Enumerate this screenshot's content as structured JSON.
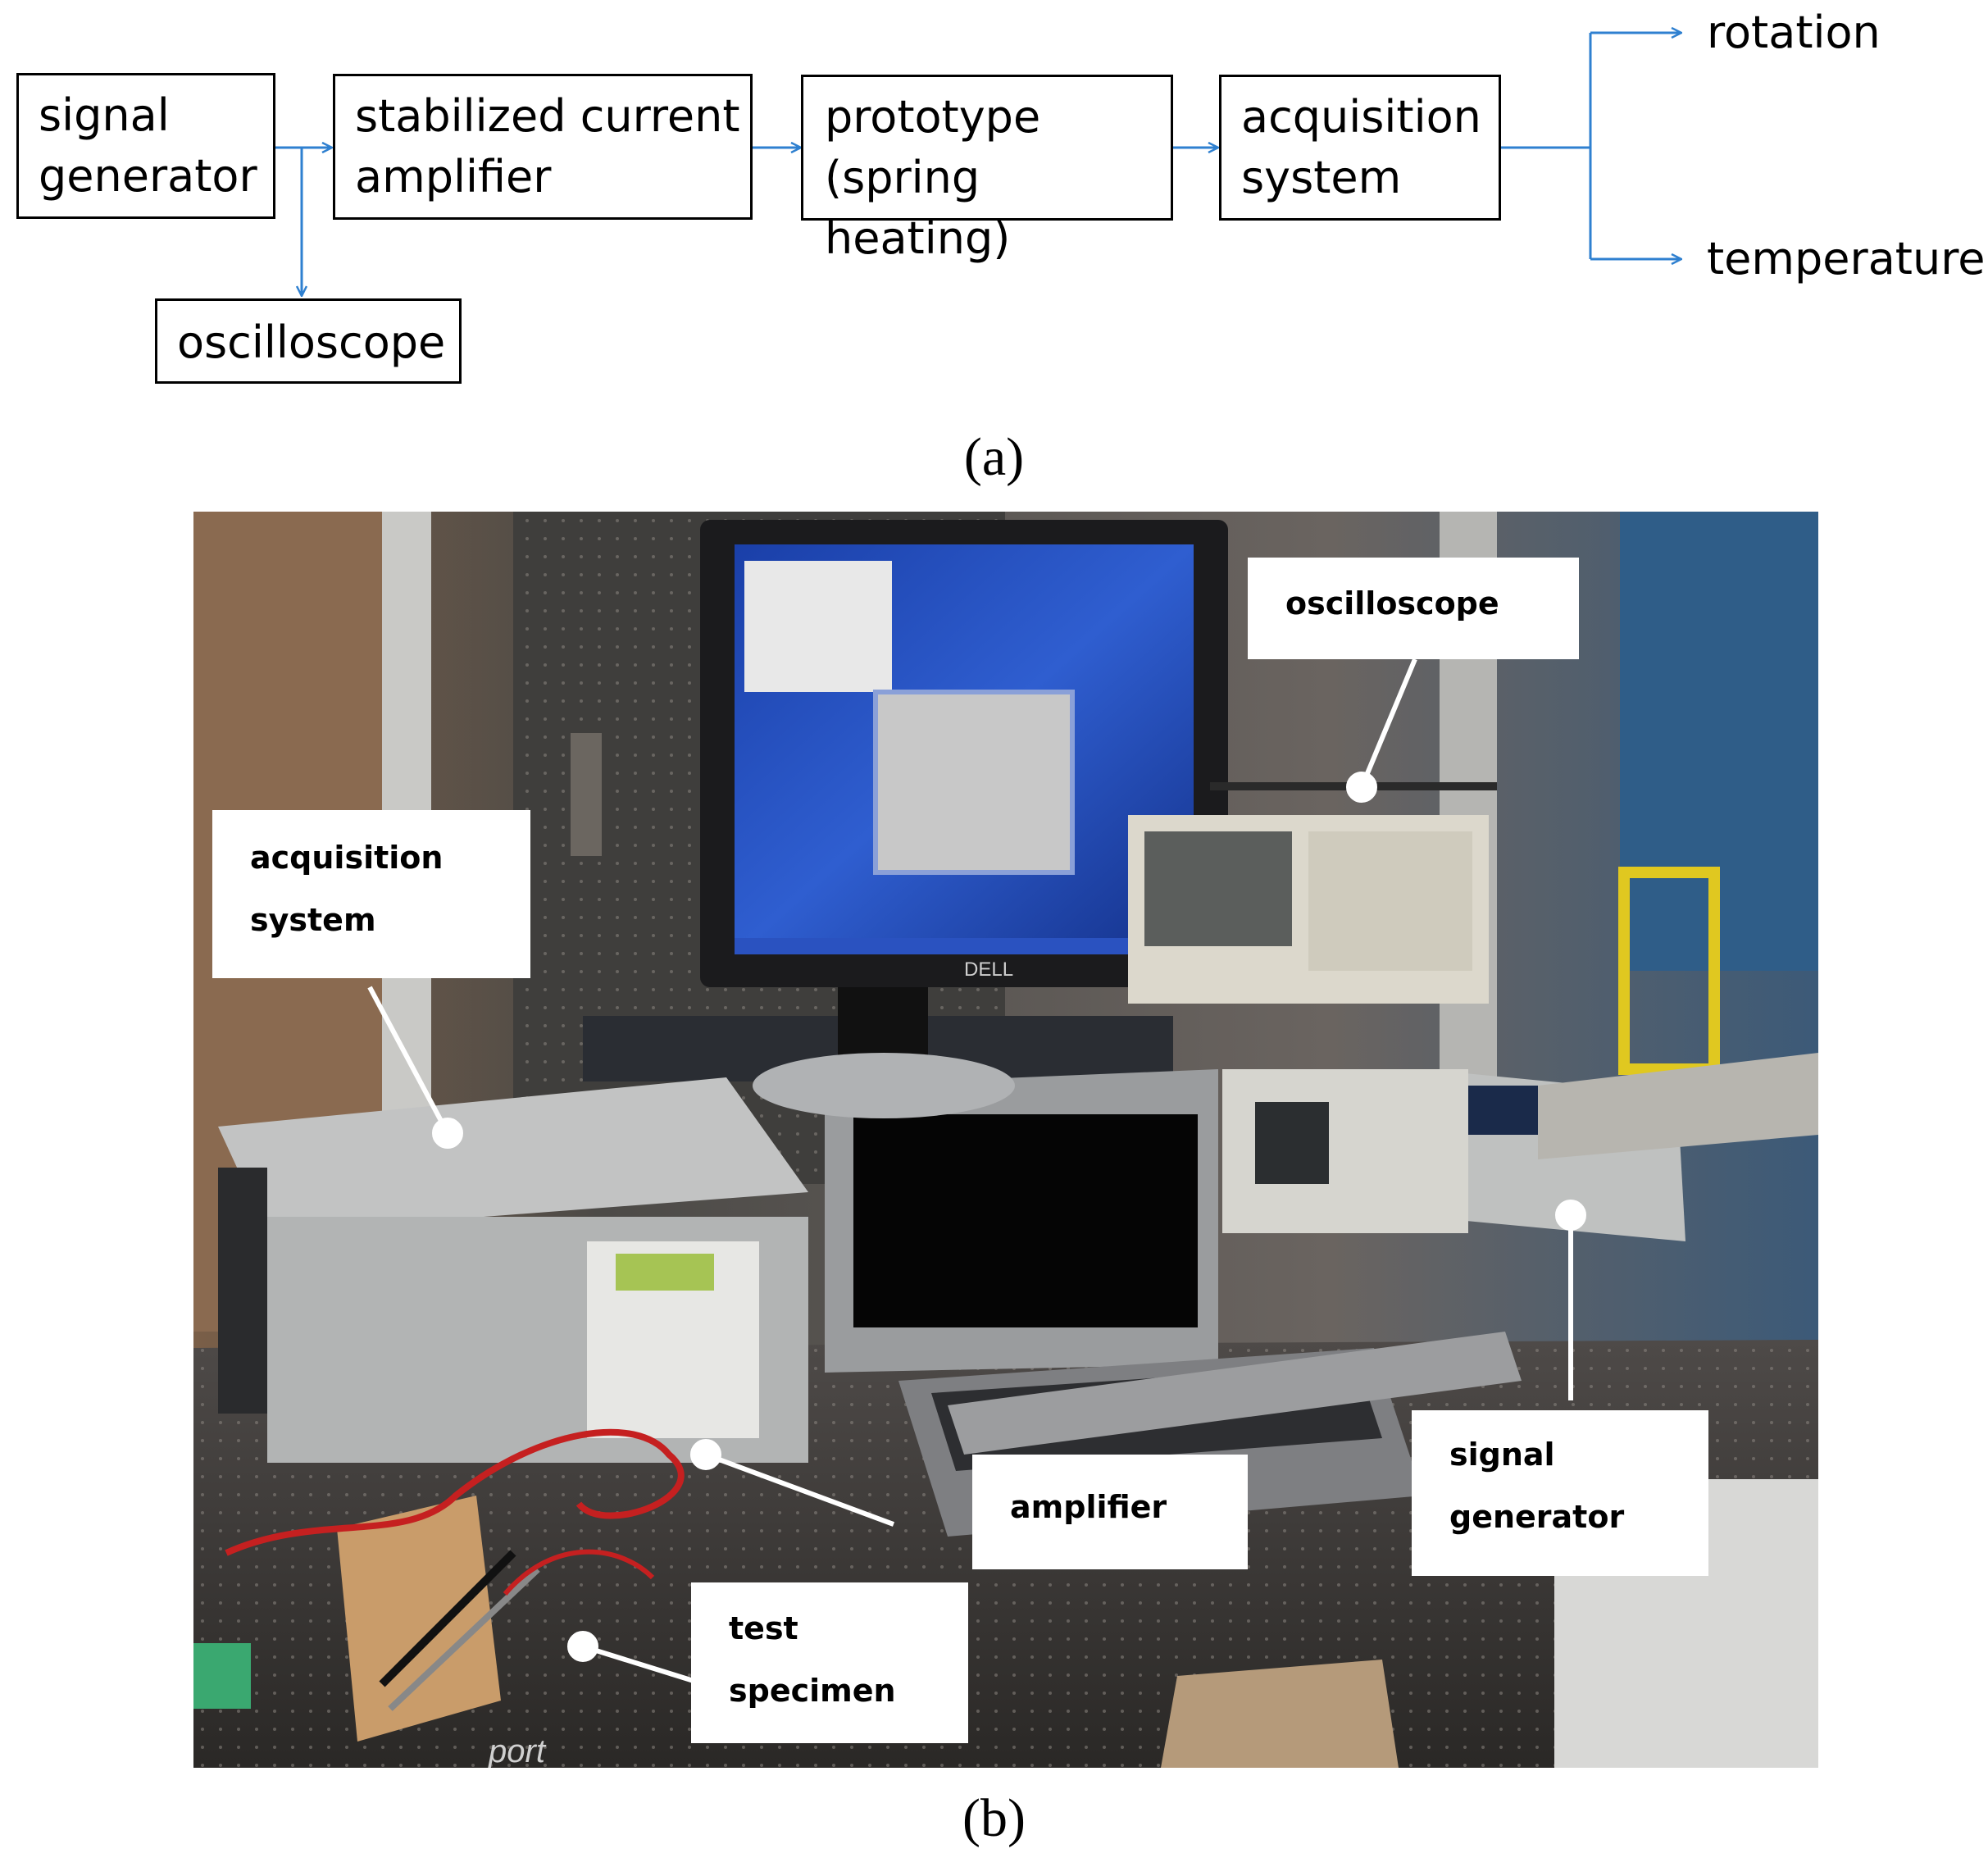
{
  "diagram": {
    "boxes": {
      "signal_generator": "signal\ngenerator",
      "current_amplifier": "stabilized current\namplifier",
      "prototype": "prototype\n(spring heating)",
      "acquisition_system": "acquisition\nsystem",
      "oscilloscope": "oscilloscope"
    },
    "outputs": {
      "rotation": "rotation",
      "temperature": "temperature"
    },
    "arrow_color": "#2f80d0"
  },
  "captions": {
    "a": "(a)",
    "b": "(b)"
  },
  "photo": {
    "callouts": {
      "oscilloscope": "oscilloscope",
      "acquisition_system": "acquisition\nsystem",
      "amplifier": "amplifier",
      "signal_generator": "signal\ngenerator",
      "test_specimen": "test\nspecimen"
    },
    "monitor_brand": "DELL",
    "table_brand": "port"
  }
}
